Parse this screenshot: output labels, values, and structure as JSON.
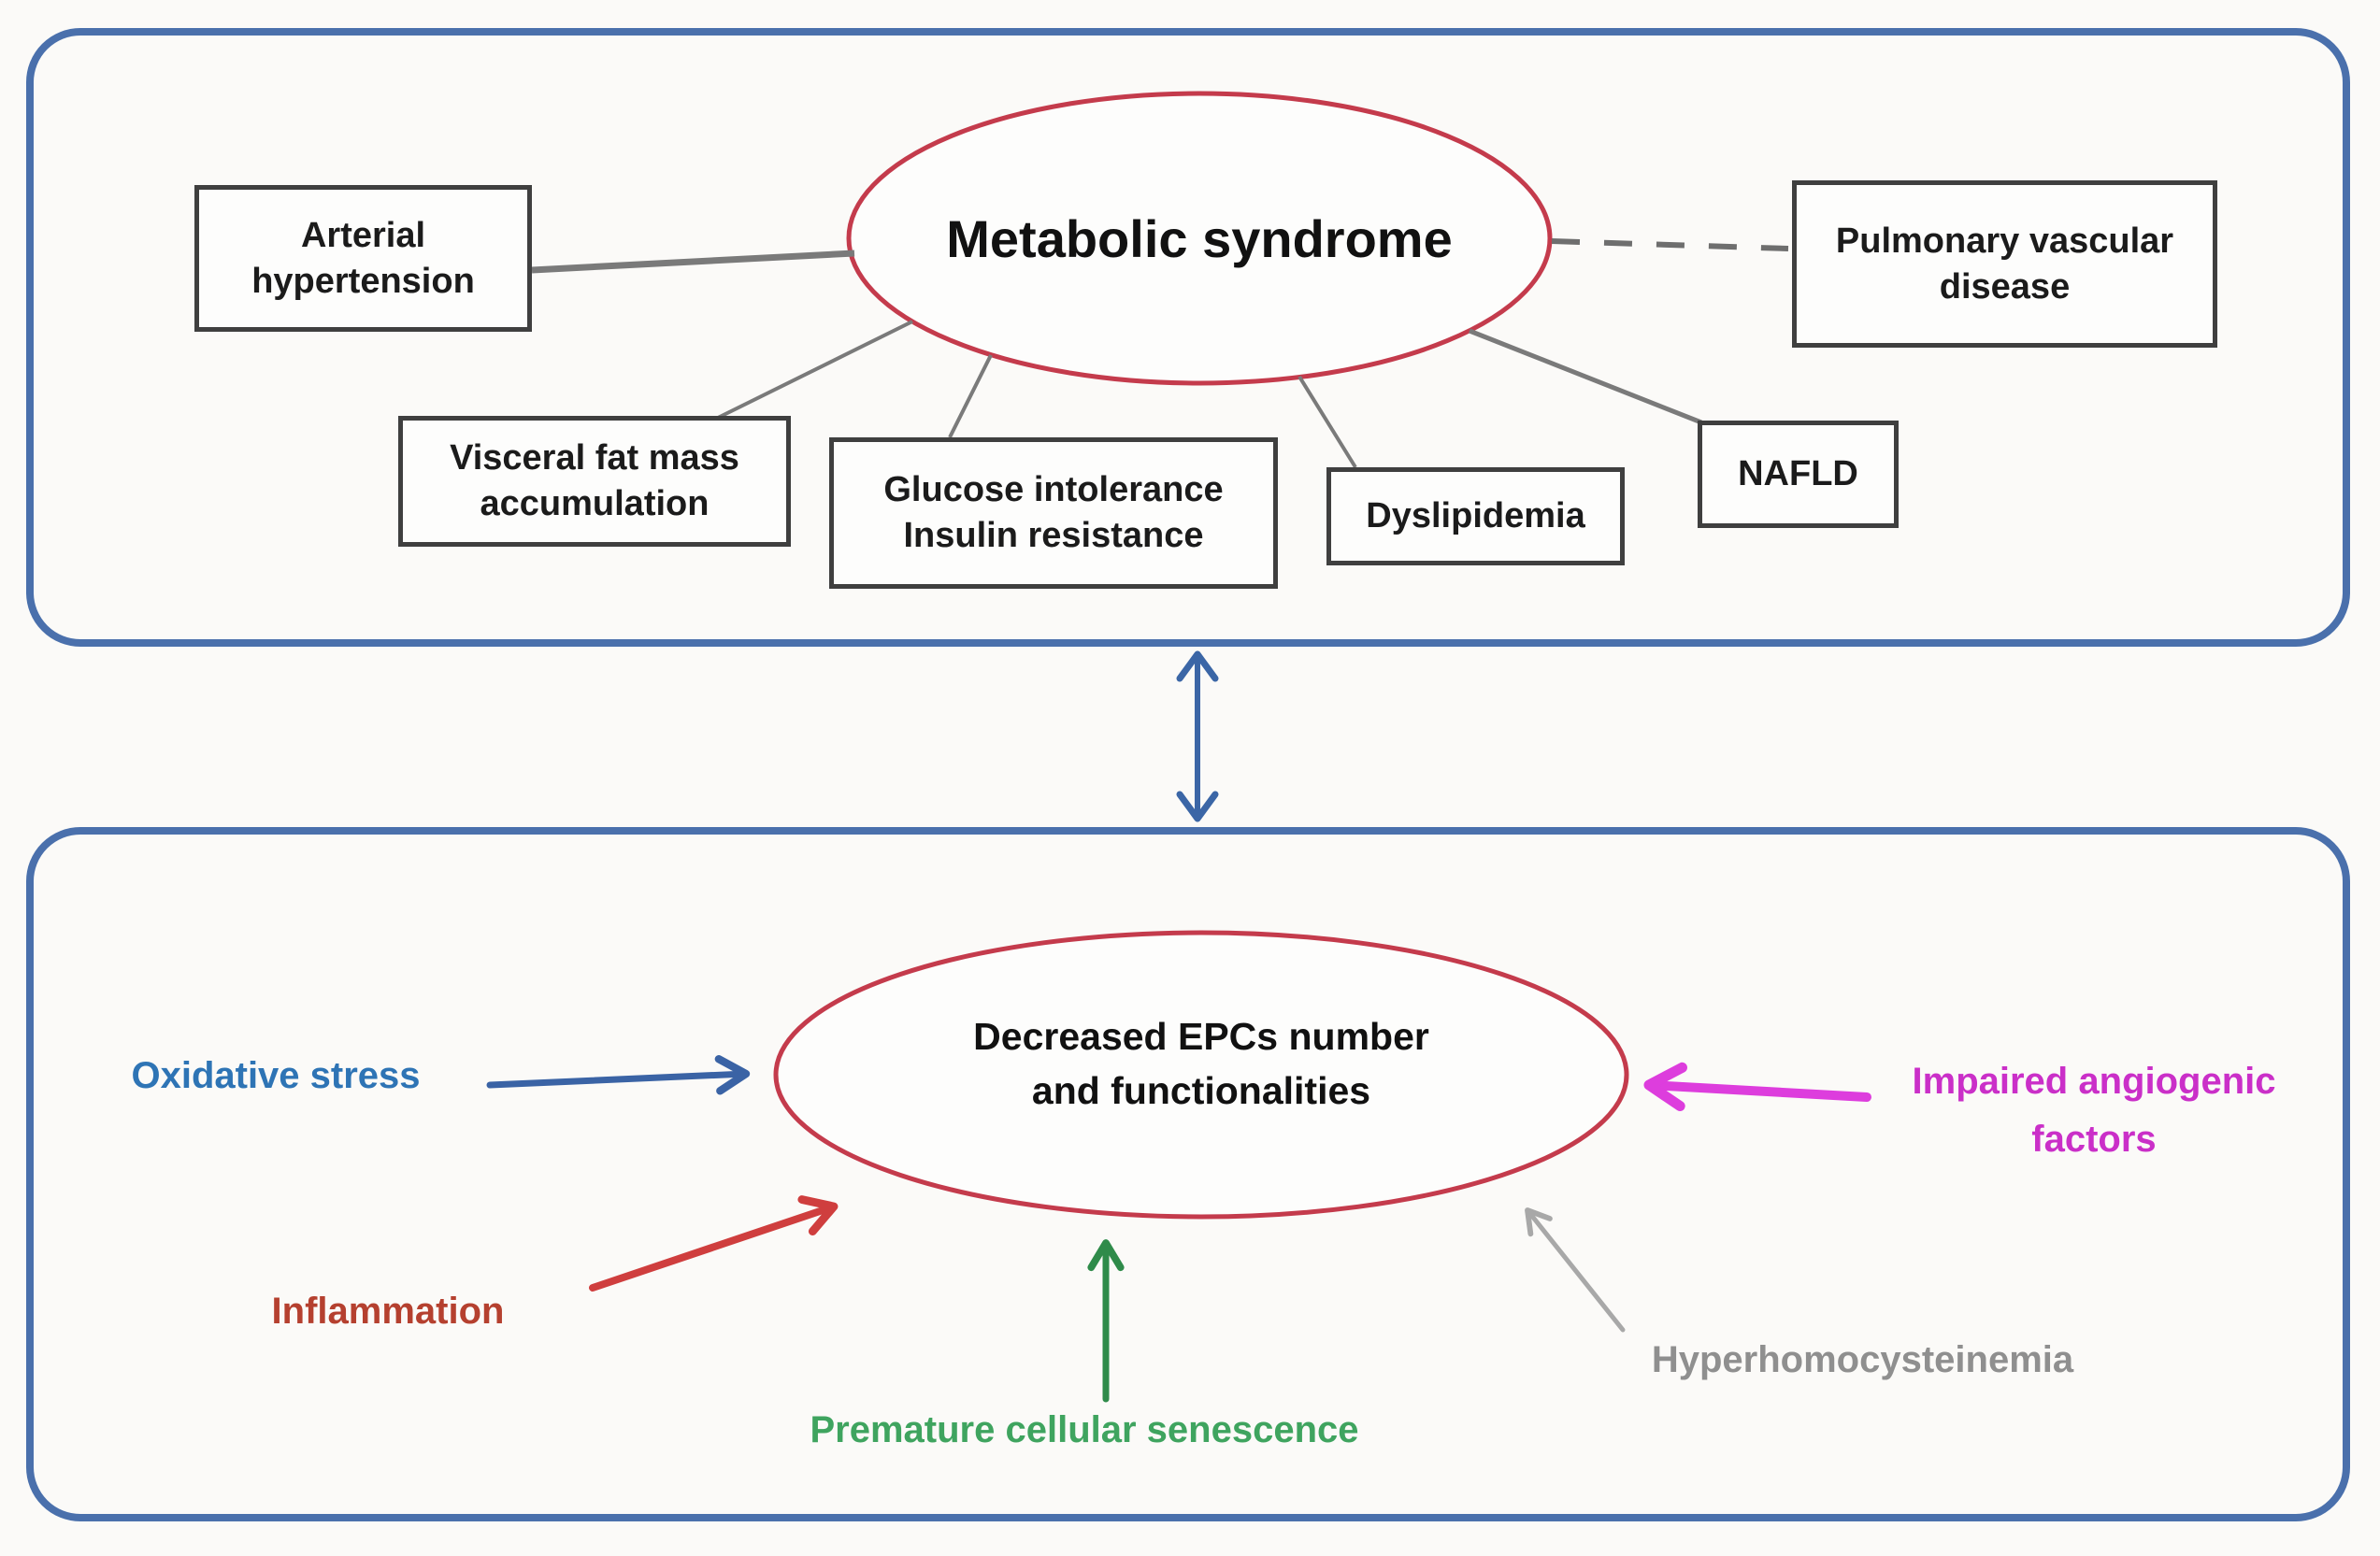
{
  "figure": {
    "description_label": "",
    "top_panel": {
      "hub_label": "Metabolic syndrome",
      "boxes": [
        {
          "label": "Arterial hypertension"
        },
        {
          "label": "Visceral fat mass accumulation"
        },
        {
          "label": "Glucose intolerance\nInsulin resistance"
        },
        {
          "label": "Dyslipidemia"
        },
        {
          "label": "NAFLD"
        },
        {
          "label": "Pulmonary vascular disease"
        }
      ]
    },
    "bottom_panel": {
      "hub_label": "Decreased EPCs number\nand functionalities",
      "factors": [
        {
          "label": "Oxidative stress"
        },
        {
          "label": "Inflammation"
        },
        {
          "label": "Premature cellular senescence"
        },
        {
          "label": "Hyperhomocysteinemia"
        },
        {
          "label": "Impaired angiogenic\nfactors"
        }
      ]
    }
  },
  "colors": {
    "page_bg": "#fbfaf8",
    "panel_border": "#4a70ac",
    "ellipse_stroke": "#c43b4c",
    "box_border": "#3f3f3f",
    "box_text": "#1b1b1b",
    "hub_text": "#111111",
    "connector": "#7a7a7a",
    "connector_dashed": "#6e6e6e",
    "link_arrow": "#3b66a6",
    "oxidative_text": "#2e74b5",
    "oxidative_arrow": "#3a63a5",
    "inflammation_text": "#b5402f",
    "inflammation_arrow": "#cf3e3e",
    "senescence_text": "#3fa45f",
    "senescence_arrow": "#2f8b4a",
    "homocysteine_text": "#8f8f8f",
    "homocysteine_arrow": "#a8a8a8",
    "angiogenic_text": "#ca2fc8",
    "angiogenic_arrow": "#dd3ddd"
  }
}
